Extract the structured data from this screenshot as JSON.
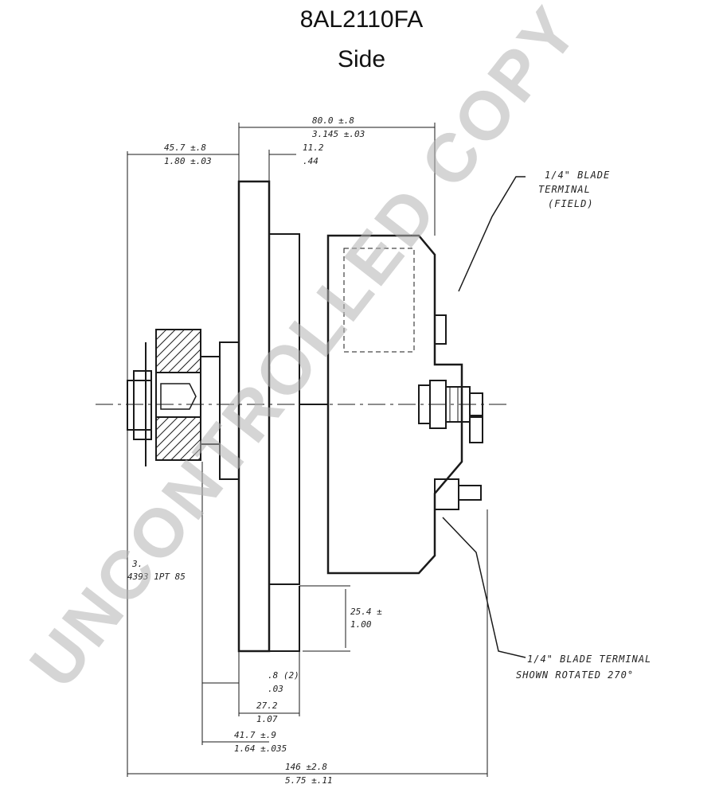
{
  "header": {
    "model": "8AL2110FA",
    "view": "Side"
  },
  "dimensions": {
    "top_overall_mm": "80.0 ±.8",
    "top_overall_in": "3.145 ±.03",
    "left_upper_mm": "45.7 ±.8",
    "left_upper_in": "1.80 ±.03",
    "flange_mm": "11.2",
    "flange_in": ".44",
    "mount_mm": "25.4 ±",
    "mount_in": "1.00",
    "small_mm": ".8 (2)",
    "small_in": ".03",
    "mid_mm": "27.2",
    "mid_in": "1.07",
    "lower_mm": "41.7 ±.9",
    "lower_in": "1.64 ±.035",
    "bottom_overall_mm": "146 ±2.8",
    "bottom_overall_in": "5.75 ±.11",
    "part_ref_1": "3.",
    "part_ref_2": "4393 1PT 85"
  },
  "notes": {
    "field_terminal_1": "1/4\" BLADE",
    "field_terminal_2": "TERMINAL",
    "field_terminal_3": "(FIELD)",
    "blade_terminal_1": "1/4\" BLADE TERMINAL",
    "blade_terminal_2": "SHOWN ROTATED 270°"
  },
  "watermark": "UNCONTROLLED COPY",
  "colors": {
    "line": "#1a1a1a",
    "watermark": "#b3b3b3"
  }
}
